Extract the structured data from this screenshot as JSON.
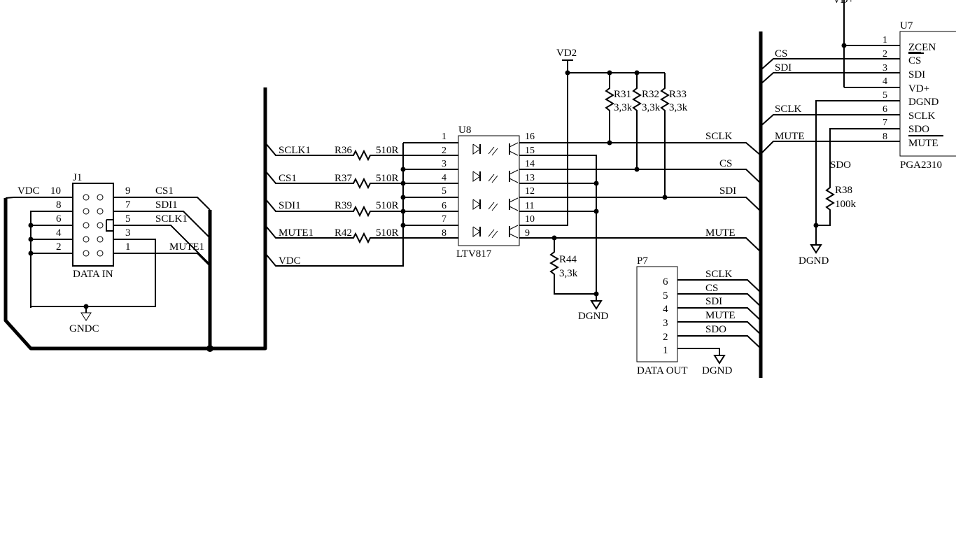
{
  "j1": {
    "ref": "J1",
    "name": "DATA IN",
    "left_pins": [
      "10",
      "8",
      "6",
      "4",
      "2"
    ],
    "right_pins": [
      "9",
      "7",
      "5",
      "3",
      "1"
    ],
    "vdc": "VDC",
    "right_nets": [
      "CS1",
      "SDI1",
      "SCLK1",
      "MUTE1"
    ],
    "gnd": "GNDC"
  },
  "input_nets": [
    "SCLK1",
    "CS1",
    "SDI1",
    "MUTE1",
    "VDC"
  ],
  "series_resistors": [
    {
      "ref": "R36",
      "value": "510R"
    },
    {
      "ref": "R37",
      "value": "510R"
    },
    {
      "ref": "R39",
      "value": "510R"
    },
    {
      "ref": "R42",
      "value": "510R"
    }
  ],
  "u8": {
    "ref": "U8",
    "name": "LTV817",
    "left_pins": [
      "1",
      "2",
      "3",
      "4",
      "5",
      "6",
      "7",
      "8"
    ],
    "right_pins": [
      "16",
      "15",
      "14",
      "13",
      "12",
      "11",
      "10",
      "9"
    ]
  },
  "vd2": "VD2",
  "pullups": [
    {
      "ref": "R31",
      "value": "3,3k"
    },
    {
      "ref": "R32",
      "value": "3,3k"
    },
    {
      "ref": "R33",
      "value": "3,3k"
    }
  ],
  "r44": {
    "ref": "R44",
    "value": "3,3k"
  },
  "dgnd": "DGND",
  "output_nets": [
    "SCLK",
    "CS",
    "SDI",
    "MUTE"
  ],
  "p7": {
    "ref": "P7",
    "name": "DATA OUT",
    "gnd": "DGND",
    "pins": [
      "6",
      "5",
      "4",
      "3",
      "2",
      "1"
    ],
    "nets": [
      "SCLK",
      "CS",
      "SDI",
      "MUTE",
      "SDO"
    ]
  },
  "u7": {
    "ref": "U7",
    "name": "PGA2310",
    "power": "VD+",
    "pins": [
      "1",
      "2",
      "3",
      "4",
      "5",
      "6",
      "7",
      "8"
    ],
    "pin_names": [
      "ZCEN",
      "CS",
      "SDI",
      "VD+",
      "DGND",
      "SCLK",
      "SDO",
      "MUTE"
    ],
    "bus_nets": [
      "CS",
      "SDI",
      "SCLK",
      "MUTE"
    ]
  },
  "sdo_label": "SDO",
  "r38": {
    "ref": "R38",
    "value": "100k"
  },
  "dgnd_right": "DGND"
}
